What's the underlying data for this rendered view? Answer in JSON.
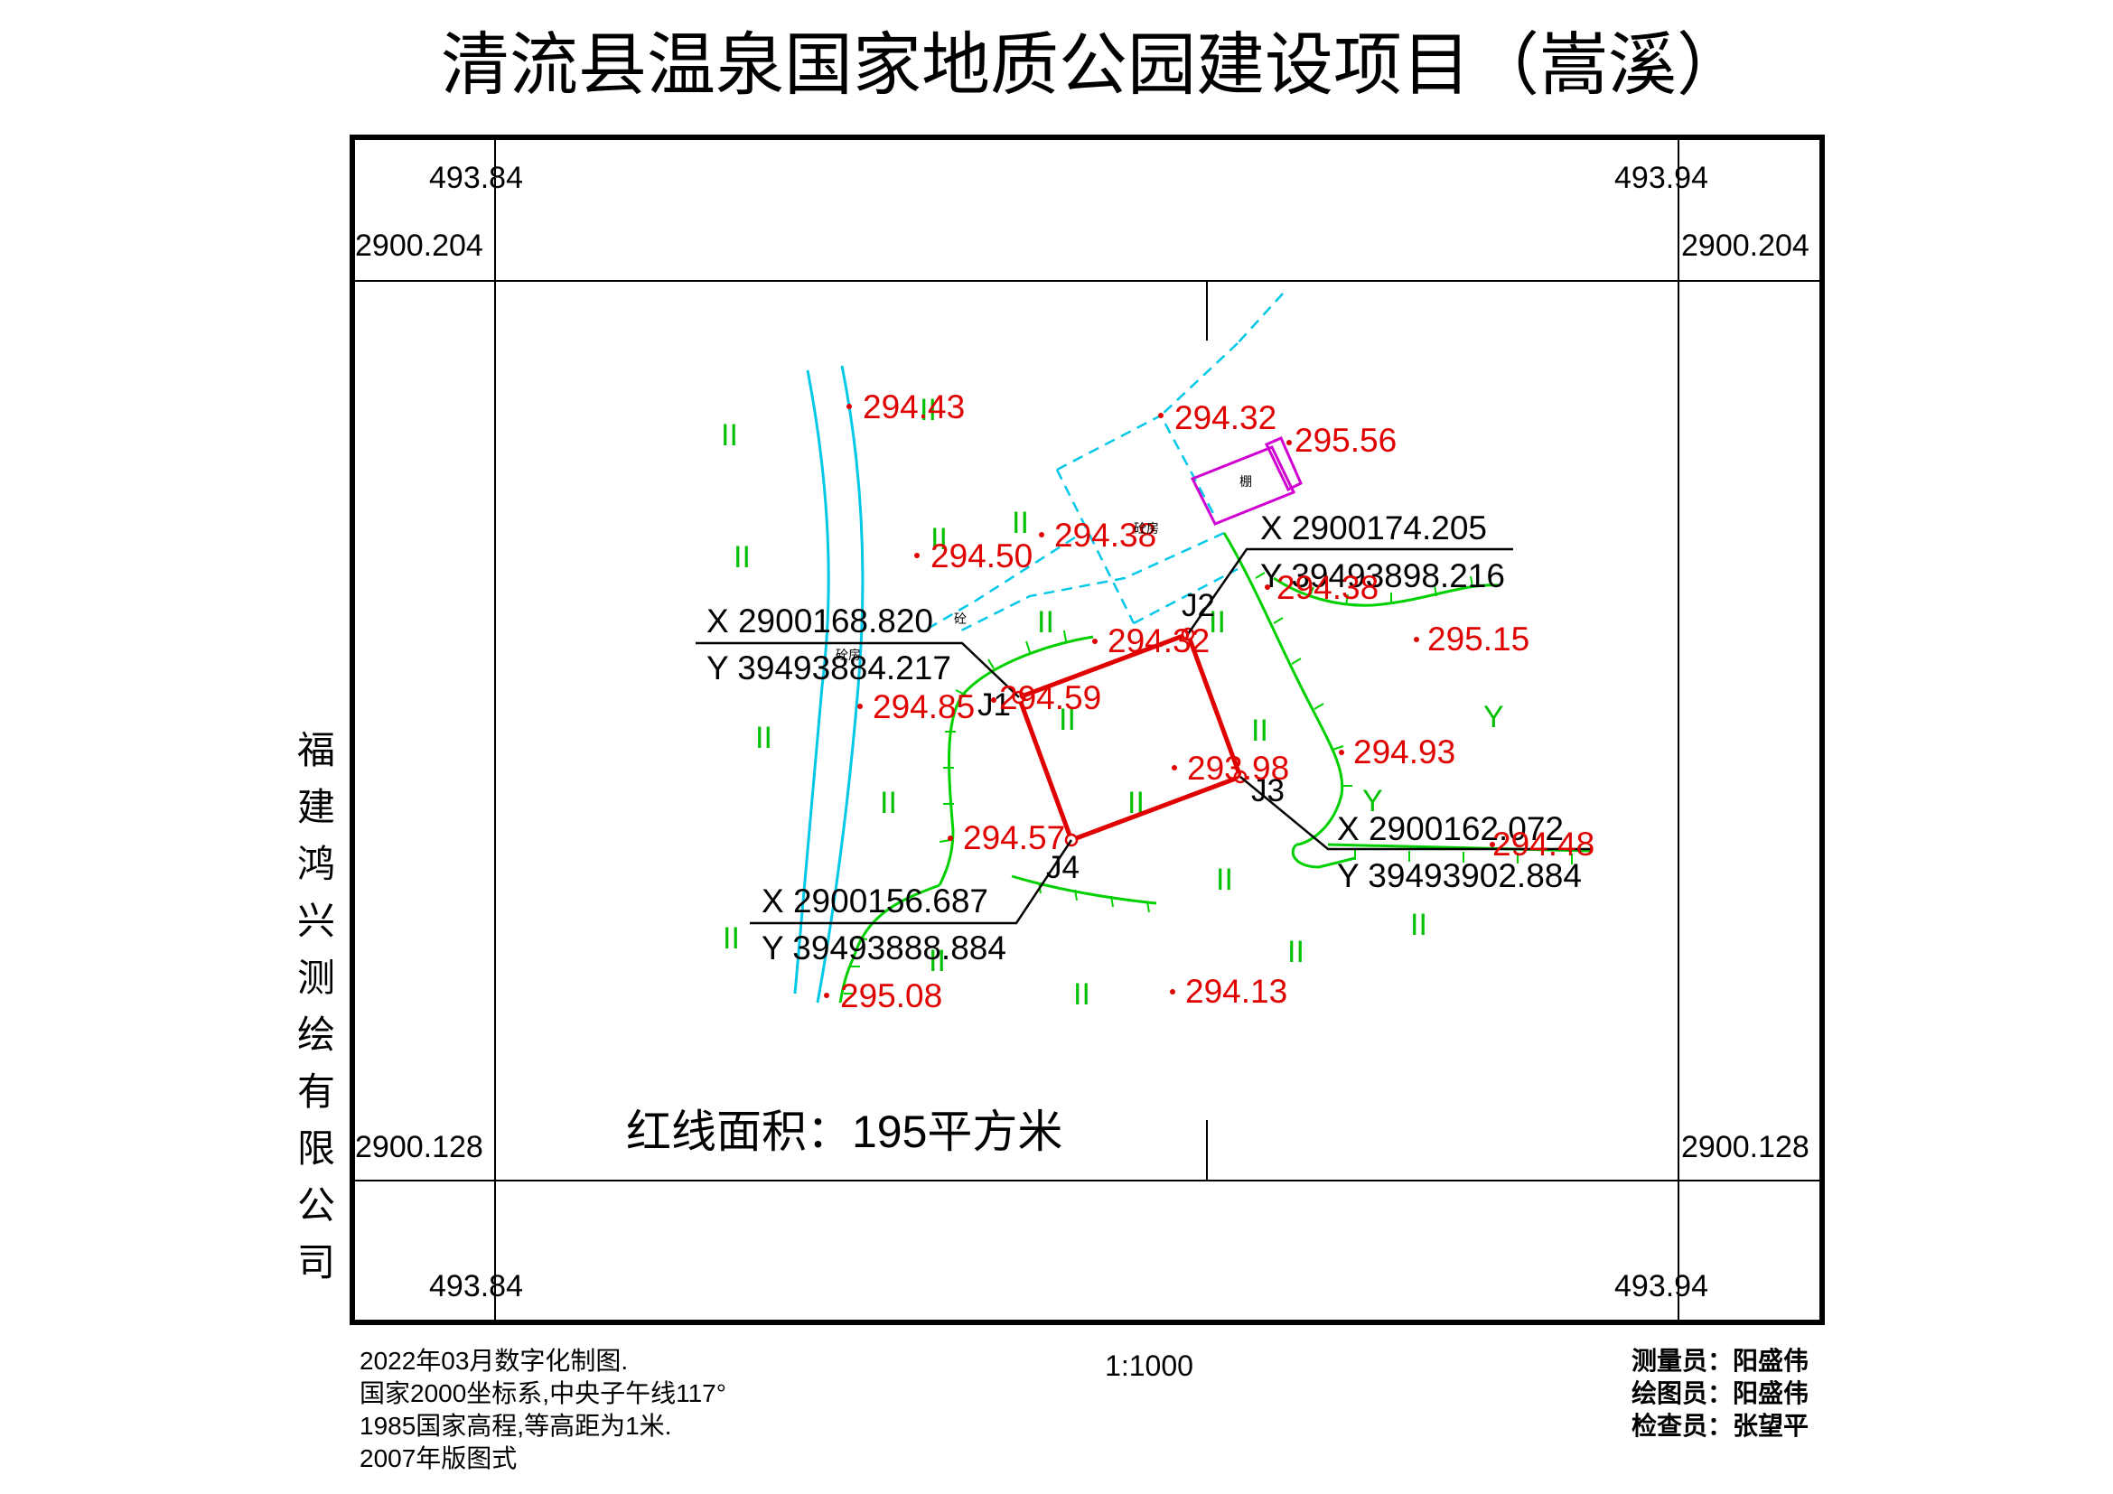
{
  "title": "清流县温泉国家地质公园建设项目（嵩溪）",
  "company_vertical": [
    "福",
    "建",
    "鸿",
    "兴",
    "测",
    "绘",
    "有",
    "限",
    "公",
    "司"
  ],
  "frame_labels": {
    "top_left_x": "493.84",
    "top_right_x": "493.94",
    "bottom_left_x": "493.84",
    "bottom_right_x": "493.94",
    "top_left_y": "2900.204",
    "top_right_y": "2900.204",
    "bottom_left_y": "2900.128",
    "bottom_right_y": "2900.128"
  },
  "elevations": [
    "294.43",
    "294.32",
    "295.56",
    "294.50",
    "294.38",
    "294.38",
    "295.15",
    "294.32",
    "294.85",
    "294.59",
    "294.93",
    "293.98",
    "294.57",
    "294.48",
    "295.08",
    "294.13"
  ],
  "coordinate_callouts": [
    {
      "x": "X 2900168.820",
      "y": "Y 39493884.217"
    },
    {
      "x": "X 2900174.205",
      "y": "Y 39493898.216"
    },
    {
      "x": "X 2900162.072",
      "y": "Y 39493902.884"
    },
    {
      "x": "X 2900156.687",
      "y": "Y 39493888.884"
    }
  ],
  "junctions": [
    "J1",
    "J2",
    "J3",
    "J4"
  ],
  "area_label": "红线面积：195平方米",
  "scale": "1:1000",
  "footer_left": [
    "2022年03月数字化制图.",
    "国家2000坐标系,中央子午线117°",
    "1985国家高程,等高距为1米.",
    "2007年版图式"
  ],
  "footer_right": [
    "测量员：阳盛伟",
    "绘图员：阳盛伟",
    "检查员：张望平"
  ],
  "small_labels": [
    "砼",
    "砼房",
    "棚",
    "砼房"
  ],
  "colors": {
    "parcel": "#e00000",
    "contour": "#00d000",
    "water": "#00c8e8",
    "dashed": "#00c8e8",
    "structure": "#d000d0",
    "text": "#000000"
  }
}
